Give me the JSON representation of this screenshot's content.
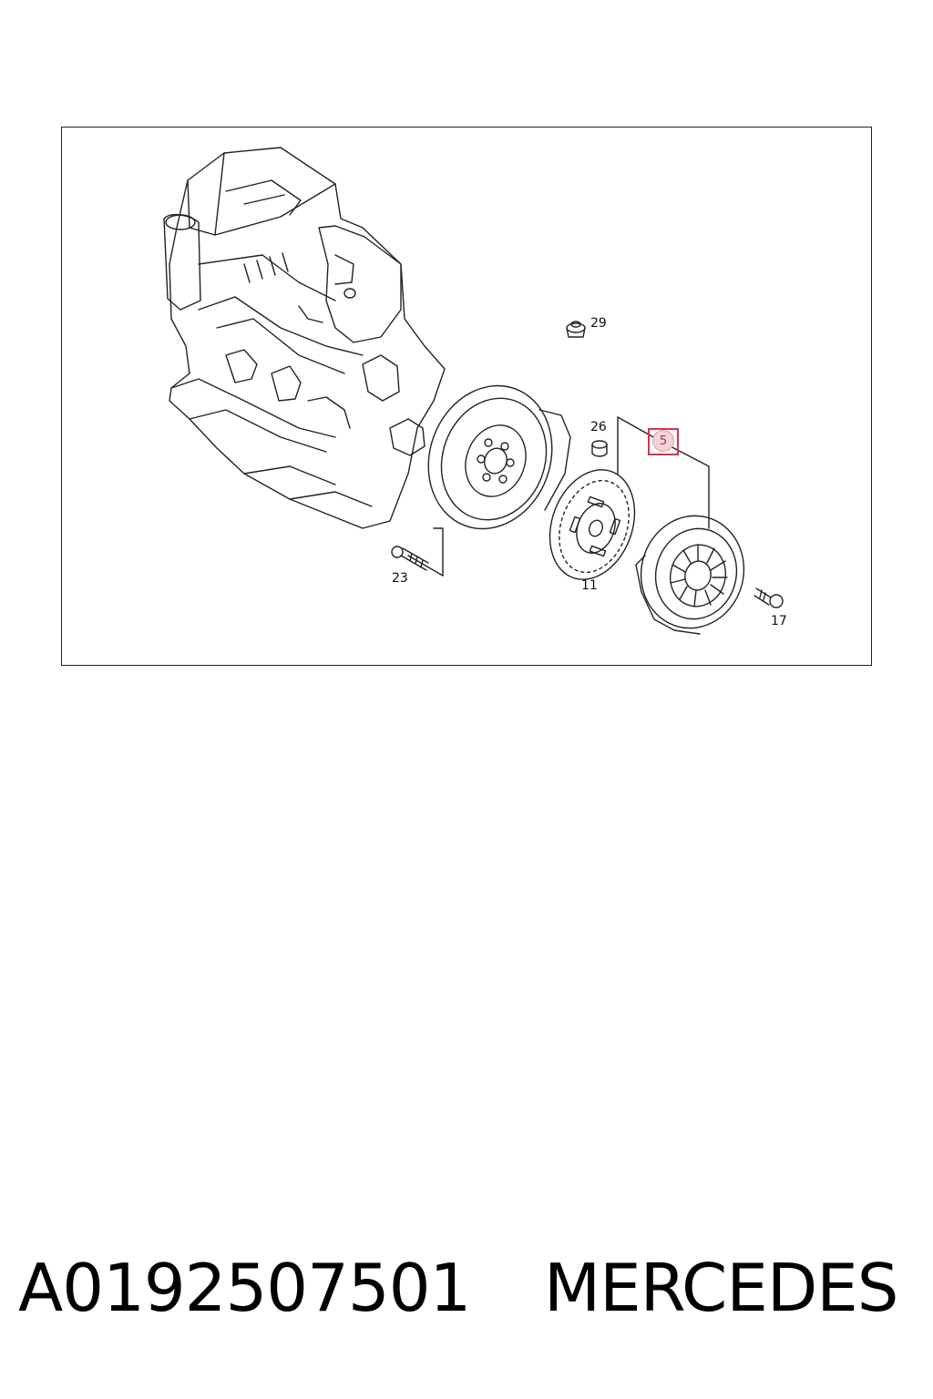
{
  "diagram": {
    "callouts": {
      "c29": "29",
      "c26": "26",
      "c5": "5",
      "c11": "11",
      "c23": "23",
      "c17": "17"
    },
    "highlight_color": "#e0304a"
  },
  "footer": {
    "part_number": "A0192507501",
    "brand": "MERCEDES"
  }
}
